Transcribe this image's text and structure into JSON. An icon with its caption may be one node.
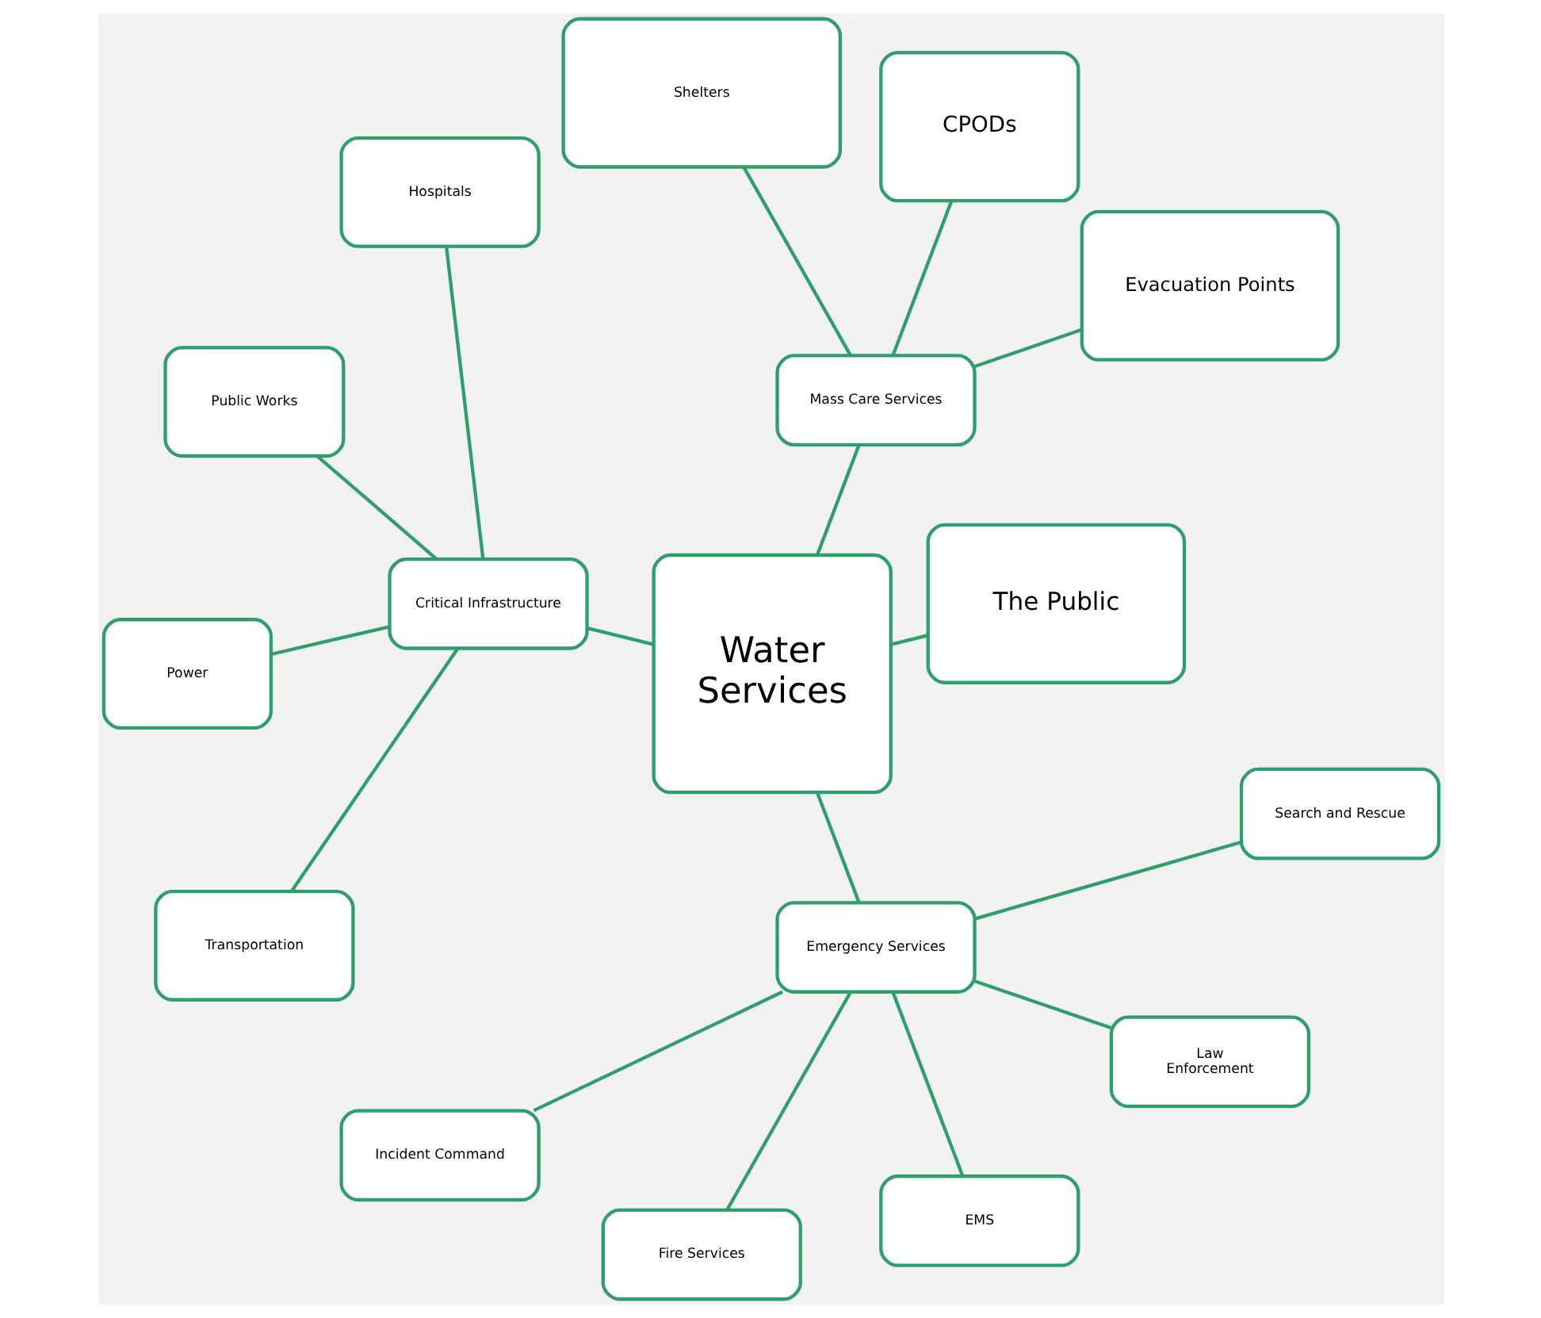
{
  "diagram": {
    "nodes": [
      {
        "text": [
          "Water Services"
        ]
      },
      {
        "text": [
          "The Public"
        ]
      },
      {
        "text": [
          "Evacuation Points"
        ]
      },
      {
        "text": [
          "Mass Care Services"
        ]
      },
      {
        "text": [
          "CPODs"
        ]
      },
      {
        "text": [
          "Shelters"
        ]
      },
      {
        "text": [
          "Critical Infrastructure"
        ]
      },
      {
        "text": [
          "Hospitals"
        ]
      },
      {
        "text": [
          "Public Works"
        ]
      },
      {
        "text": [
          "Power"
        ]
      },
      {
        "text": [
          "Transportation"
        ]
      },
      {
        "text": [
          "Emergency Services"
        ]
      },
      {
        "text": [
          "Incident Command"
        ]
      },
      {
        "text": [
          "Fire Services"
        ]
      },
      {
        "text": [
          "EMS"
        ]
      },
      {
        "text": [
          "Law Enforcement"
        ]
      },
      {
        "text": [
          "Search and Rescue"
        ]
      }
    ],
    "edges": [
      {
        "from": 0,
        "to": 1,
        "arrow": "none"
      },
      {
        "from": 0,
        "to": 3,
        "arrow": "none"
      },
      {
        "from": 0,
        "to": 6,
        "arrow": "none"
      },
      {
        "from": 0,
        "to": 11,
        "arrow": "none"
      },
      {
        "from": 3,
        "to": 2,
        "arrow": "none"
      },
      {
        "from": 3,
        "to": 4,
        "arrow": "none"
      },
      {
        "from": 3,
        "to": 5,
        "arrow": "none"
      },
      {
        "from": 6,
        "to": 7,
        "arrow": "none"
      },
      {
        "from": 6,
        "to": 8,
        "arrow": "none"
      },
      {
        "from": 6,
        "to": 9,
        "arrow": "none"
      },
      {
        "from": 6,
        "to": 10,
        "arrow": "none"
      },
      {
        "from": 11,
        "to": 12,
        "arrow": "none"
      },
      {
        "from": 11,
        "to": 13,
        "arrow": "none"
      },
      {
        "from": 11,
        "to": 14,
        "arrow": "none"
      },
      {
        "from": 11,
        "to": 15,
        "arrow": "none"
      },
      {
        "from": 11,
        "to": 16,
        "arrow": "none"
      }
    ]
  }
}
